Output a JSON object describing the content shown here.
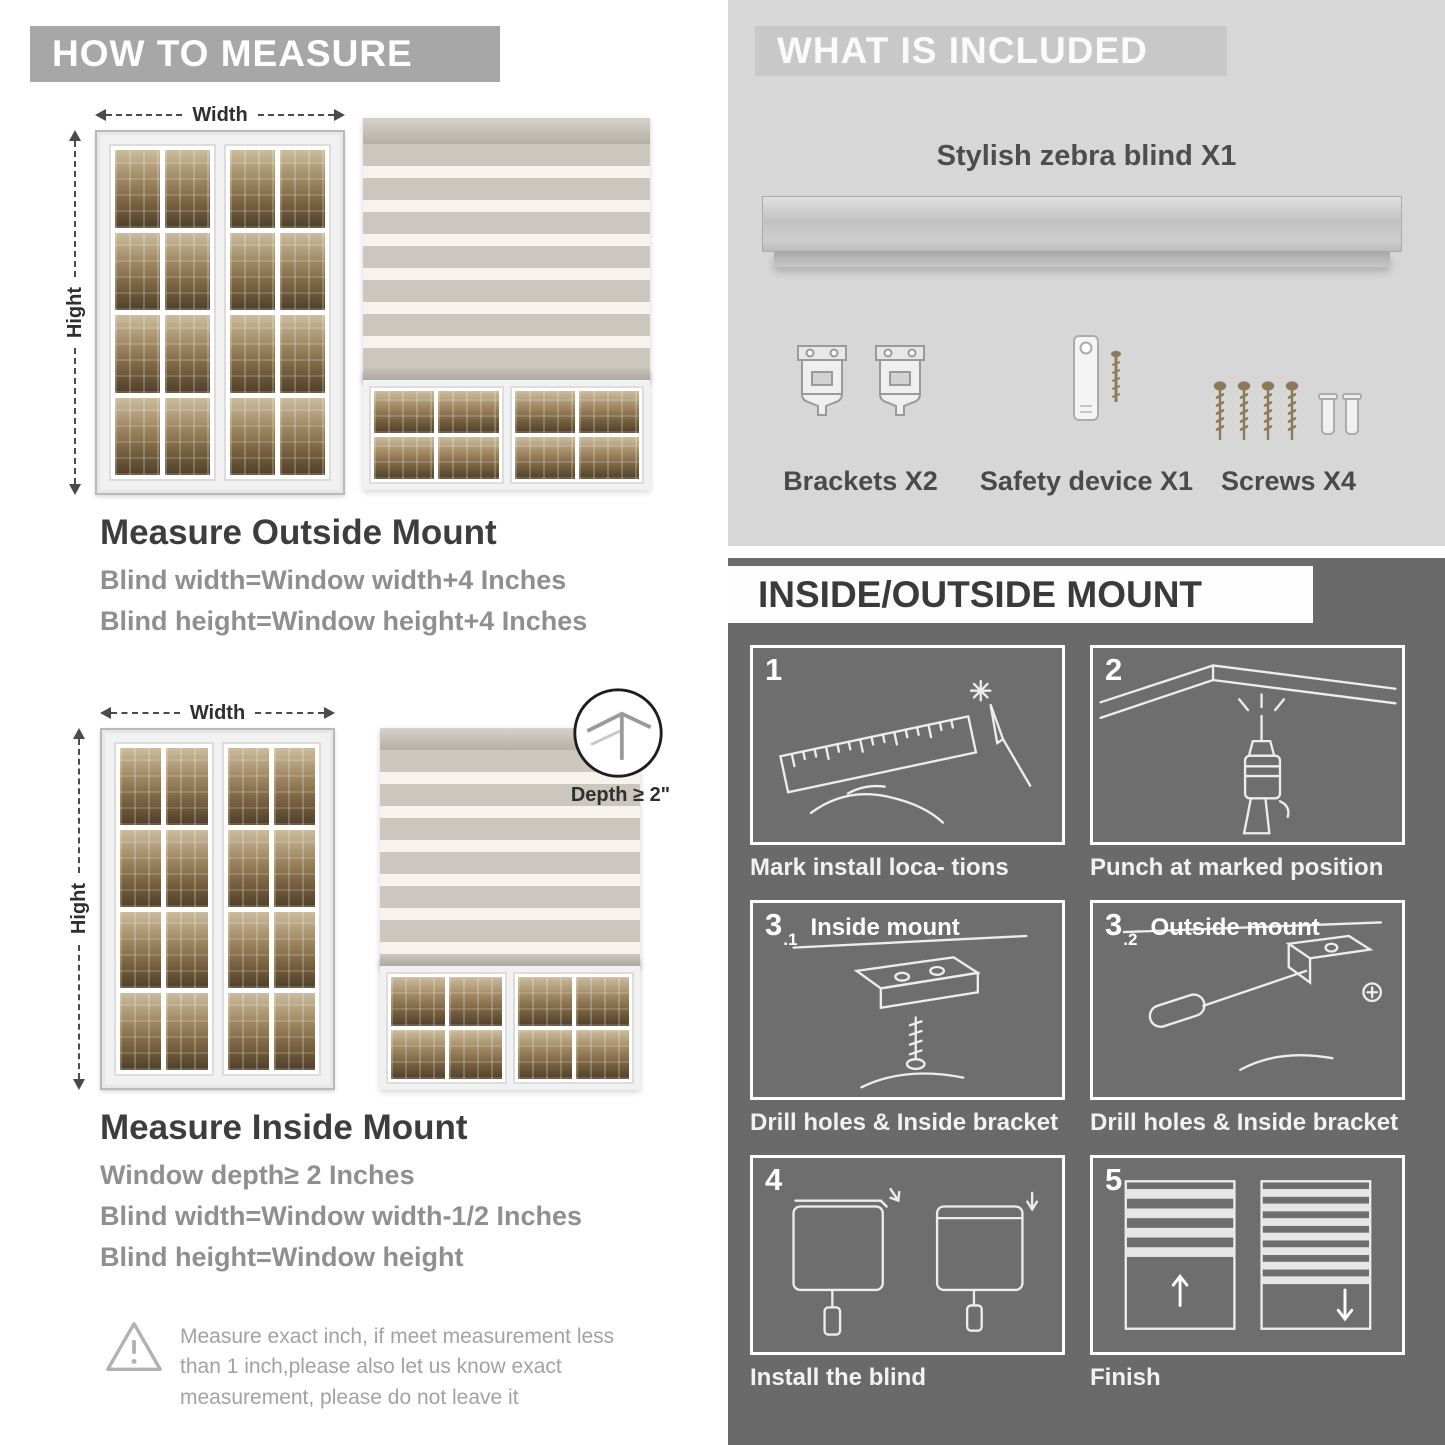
{
  "colors": {
    "left_header_bg": "#a7a7a7",
    "included_bg": "#d7d7d7",
    "mount_bg": "#6a6a6a",
    "accent_text_gray": "#8f8f8f"
  },
  "how_to_measure": {
    "header": "HOW TO MEASURE",
    "width_label": "Width",
    "height_label": "Hight",
    "outside": {
      "title": "Measure Outside Mount",
      "lines": [
        "Blind width=Window width+4 Inches",
        "Blind height=Window height+4 Inches"
      ]
    },
    "inside": {
      "depth_callout": "Depth ≥ 2\"",
      "title": "Measure Inside Mount",
      "lines": [
        "Window depth≥ 2 Inches",
        "Blind width=Window width-1/2 Inches",
        "Blind height=Window height"
      ]
    },
    "warning": "Measure exact inch, if meet measurement less than 1 inch,please also let us know exact measurement, please do not leave it"
  },
  "included": {
    "header": "WHAT IS INCLUDED",
    "blind_label": "Stylish zebra blind X1",
    "items": [
      {
        "label": "Brackets X2"
      },
      {
        "label": "Safety device X1"
      },
      {
        "label": "Screws X4"
      }
    ]
  },
  "mount_steps": {
    "header": "INSIDE/OUTSIDE MOUNT",
    "steps": [
      {
        "num": "1",
        "sub": "",
        "label": "",
        "caption": "Mark install loca- tions"
      },
      {
        "num": "2",
        "sub": "",
        "label": "",
        "caption": "Punch at  marked position"
      },
      {
        "num": "3",
        "sub": ".1",
        "label": "Inside mount",
        "caption": "Drill holes &  Inside bracket"
      },
      {
        "num": "3",
        "sub": ".2",
        "label": "Outside mount",
        "caption": "Drill holes &  Inside bracket"
      },
      {
        "num": "4",
        "sub": "",
        "label": "",
        "caption": "Install the blind"
      },
      {
        "num": "5",
        "sub": "",
        "label": "",
        "caption": "Finish"
      }
    ]
  }
}
